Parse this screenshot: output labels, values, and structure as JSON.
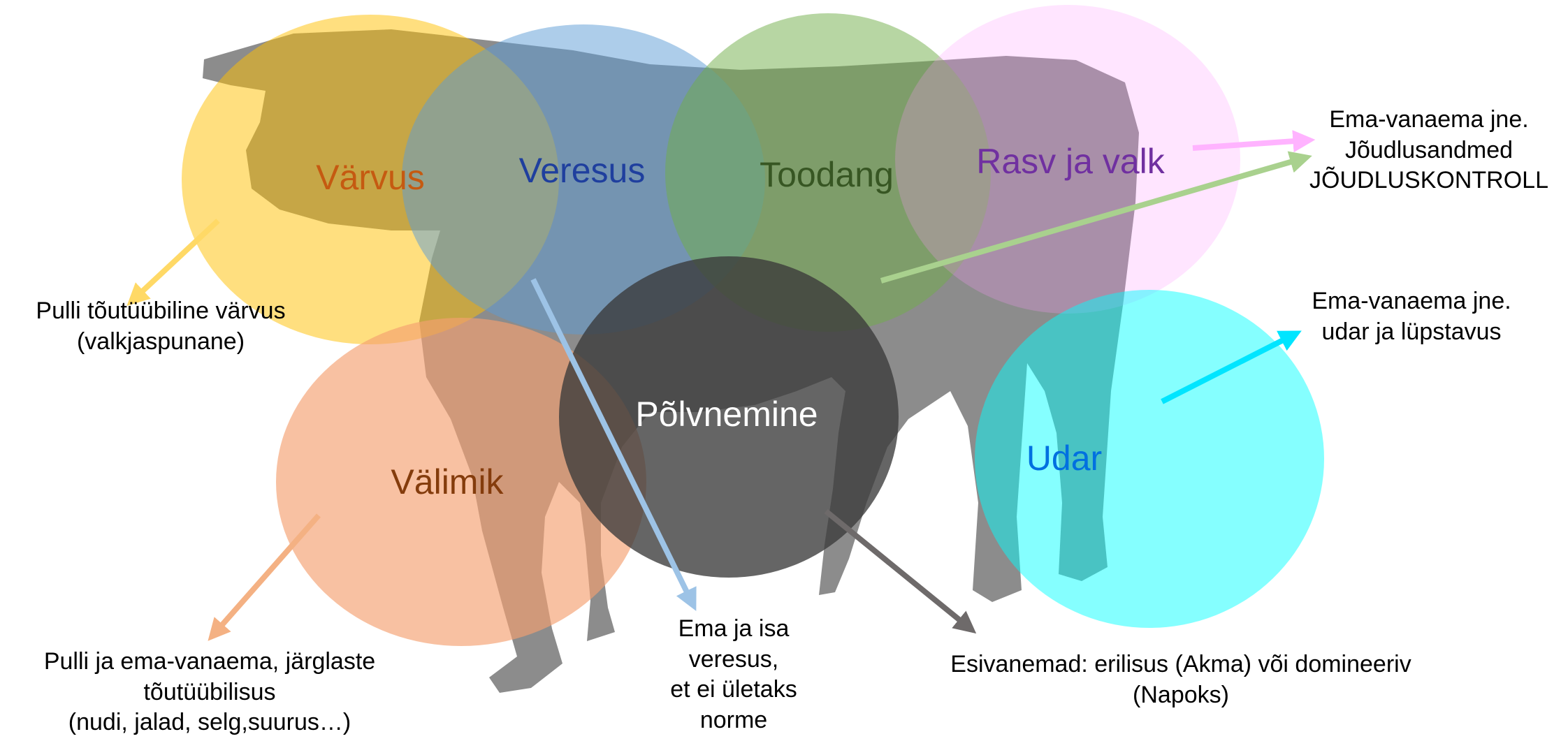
{
  "circles": [
    {
      "id": "varvus",
      "label": "Värvus",
      "fill": "#FFC000",
      "text_color": "#C55A11"
    },
    {
      "id": "veresus",
      "label": "Veresus",
      "fill": "#5B9BD5",
      "text_color": "#1F3F9E"
    },
    {
      "id": "toodang",
      "label": "Toodang",
      "fill": "#70AD47",
      "text_color": "#375623"
    },
    {
      "id": "rasv",
      "label": "Rasv ja valk",
      "fill": "#FF99FF",
      "text_color": "#7030A0"
    },
    {
      "id": "valimik",
      "label": "Välimik",
      "fill": "#F4A070",
      "text_color": "#843C0C"
    },
    {
      "id": "polv",
      "label": "Põlvnemine",
      "fill": "#3A3A3A",
      "text_color": "#FFFFFF"
    },
    {
      "id": "udar",
      "label": "Udar",
      "fill": "#00FFFF",
      "text_color": "#0070E0"
    }
  ],
  "notes": {
    "varvus": [
      "Pulli tõutüübiline värvus",
      "(valkjaspunane)"
    ],
    "valimik": [
      "Pulli ja ema-vanaema, järglaste",
      "tõutüübilisus",
      "(nudi, jalad, selg,suurus…)"
    ],
    "veresus": [
      "Ema ja isa",
      "veresus,",
      "et ei ületaks",
      "norme"
    ],
    "polv": [
      "Esivanemad: erilisus (Akma) või domineeriv",
      "(Napoks)"
    ],
    "rasv": [
      "Ema-vanaema jne.",
      "Jõudlusandmed",
      "JÕUDLUSKONTROLL"
    ],
    "udar": [
      "Ema-vanaema jne.",
      "udar ja lüpstavus"
    ]
  },
  "colors": {
    "cow_silhouette": "#8C8C8C",
    "arrow_varvus": "#FFD966",
    "arrow_valimik": "#F4B183",
    "arrow_veresus": "#9DC3E6",
    "arrow_polv": "#6E6A6A",
    "arrow_toodang": "#A9D18E",
    "arrow_rasv": "#FFB3FF",
    "arrow_udar": "#00E5FF"
  }
}
